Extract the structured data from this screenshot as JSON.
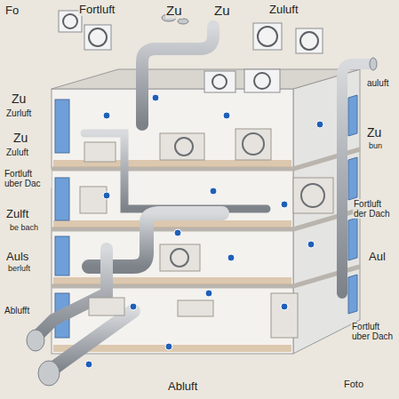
{
  "diagram": {
    "labels": [
      "Fo",
      "Fortluft",
      "Zu",
      "Zu",
      "Zuluft",
      "Zu",
      "Zurluft",
      "Zu",
      "Zuluft",
      "Fortluft uber Dac",
      "Zulft",
      "be bach",
      "Auls",
      "berluft",
      "Ablufft",
      "auluft",
      "Zu",
      "bun",
      "Fortluft der Dach",
      "Aul",
      "Fortluft uber Dach",
      "Abluft",
      "Foto"
    ]
  }
}
